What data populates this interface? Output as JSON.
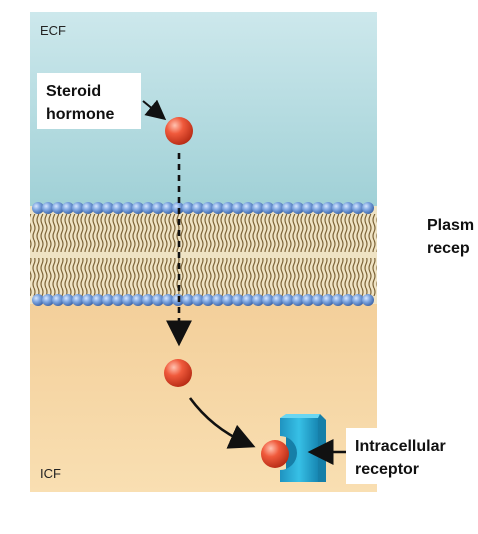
{
  "regions": {
    "ecf_label": "ECF",
    "icf_label": "ICF"
  },
  "callouts": {
    "steroid_hormone": {
      "line1": "Steroid",
      "line2": "hormone"
    },
    "intracellular_receptor": {
      "line1": "Intracellular",
      "line2": "receptor"
    },
    "plasma_receptor_partial": {
      "line1": "Plasm",
      "line2": "recep"
    }
  },
  "colors": {
    "ecf_top": "#cde8ec",
    "ecf_bottom": "#9fd0d6",
    "icf_top": "#f3cf9a",
    "icf_bottom": "#f9dfb2",
    "phospholipid_head": "#6f97d6",
    "lipid_tail": "#8a7346",
    "hormone": "#e8472f",
    "receptor": "#2fb4dc"
  },
  "icons": {
    "hormone": "red-sphere",
    "receptor": "blue-receptor-block",
    "membrane": "phospholipid-bilayer"
  }
}
